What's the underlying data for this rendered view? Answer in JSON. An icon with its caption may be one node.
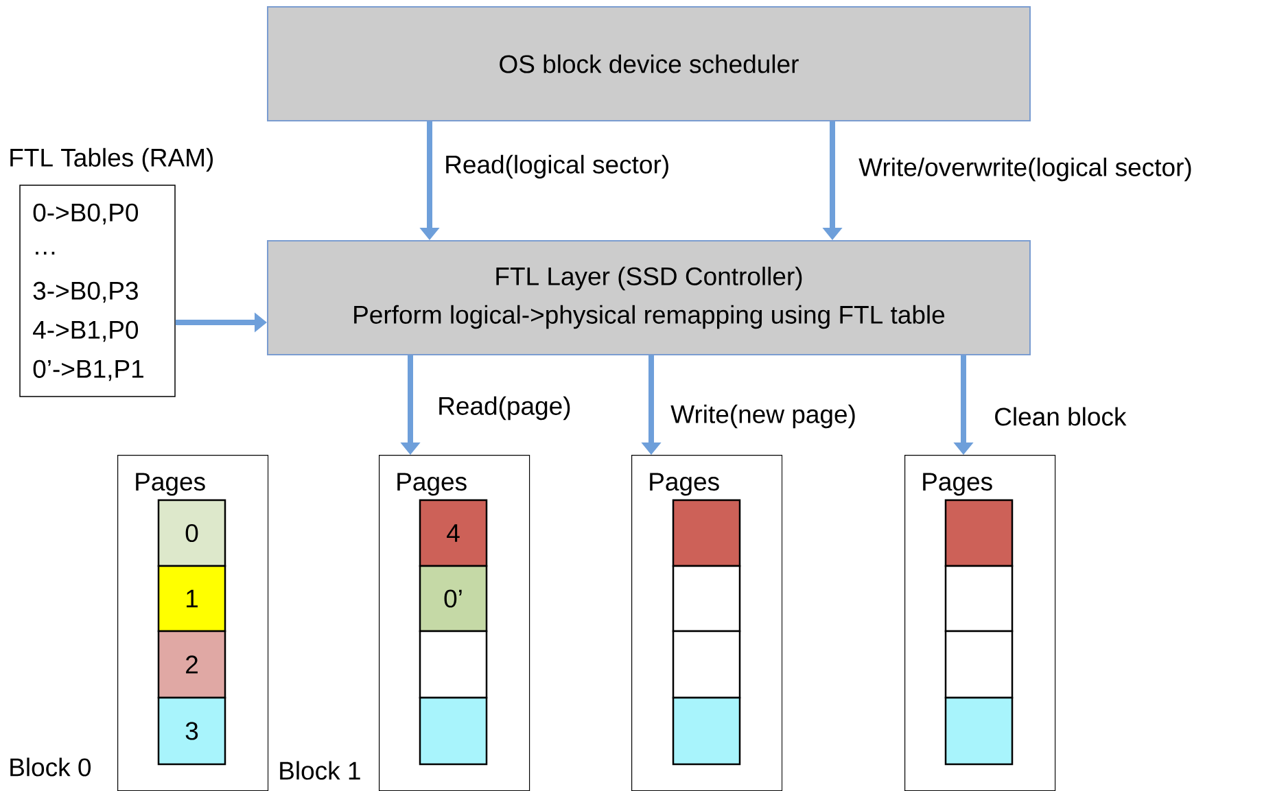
{
  "diagram": {
    "nodes": [
      {
        "text": [
          "OS block device scheduler"
        ]
      },
      {
        "text": [
          "FTL Tables (RAM)",
          "0->B0,P0",
          "…",
          "3->B0,P3",
          "4->B1,P0",
          "0’->B1,P1"
        ]
      },
      {
        "text": [
          "FTL Layer (SSD Controller)",
          "Perform logical->physical remapping using FTL table"
        ]
      },
      {
        "text": [
          "Pages"
        ],
        "beside": [
          "Block 0"
        ]
      },
      {
        "text": [
          "0"
        ],
        "in": 3
      },
      {
        "text": [
          "1"
        ],
        "in": 3
      },
      {
        "text": [
          "2"
        ],
        "in": 3
      },
      {
        "text": [
          "3"
        ],
        "in": 3
      },
      {
        "text": [
          "Pages"
        ],
        "beside": [
          "Block 1"
        ]
      },
      {
        "text": [
          "4"
        ],
        "in": 8
      },
      {
        "text": [
          "0’"
        ],
        "in": 8
      },
      {
        "text": [],
        "shape": "box",
        "in": 8
      },
      {
        "text": [],
        "shape": "box",
        "in": 8
      },
      {
        "text": [
          "Pages"
        ]
      },
      {
        "text": [],
        "shape": "box",
        "in": 13
      },
      {
        "text": [],
        "shape": "box",
        "in": 13
      },
      {
        "text": [],
        "shape": "box",
        "in": 13
      },
      {
        "text": [],
        "shape": "box",
        "in": 13
      },
      {
        "text": [
          "Pages"
        ]
      },
      {
        "text": [],
        "shape": "box",
        "in": 18
      },
      {
        "text": [],
        "shape": "box",
        "in": 18
      },
      {
        "text": [],
        "shape": "box",
        "in": 18
      },
      {
        "text": [],
        "shape": "box",
        "in": 18
      }
    ],
    "edges": [
      {
        "from": 0,
        "to": 2,
        "arrow": "to",
        "label": "Read(logical sector)"
      },
      {
        "from": 0,
        "to": 2,
        "arrow": "to",
        "label": "Write/overwrite(logical sector)"
      },
      {
        "from": 1,
        "to": 2,
        "arrow": "to"
      },
      {
        "from": 2,
        "to": 8,
        "arrow": "to",
        "label": "Read(page)"
      },
      {
        "from": 2,
        "to": 13,
        "arrow": "to",
        "label": "Write(new page)"
      },
      {
        "from": 2,
        "to": 18,
        "arrow": "to",
        "label": "Clean block"
      }
    ]
  }
}
